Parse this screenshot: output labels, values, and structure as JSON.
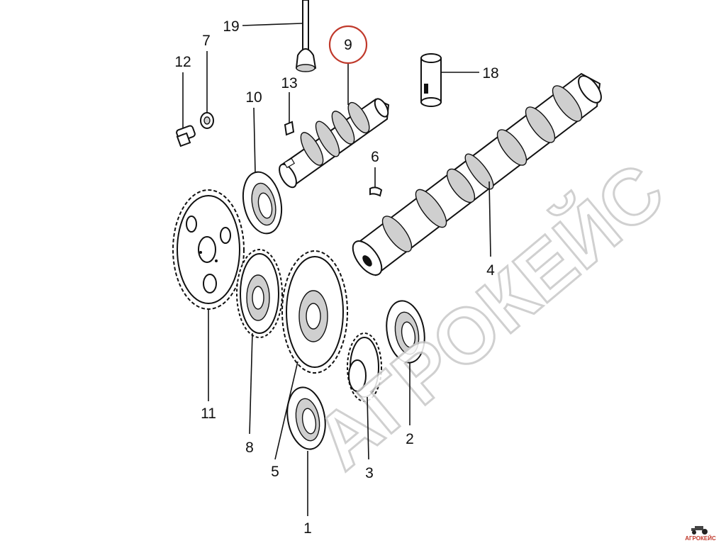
{
  "diagram": {
    "highlight_color": "#c0392b",
    "watermark": "АГРОКЕЙС",
    "parts": [
      {
        "id": "19",
        "label": "19"
      },
      {
        "id": "9",
        "label": "9",
        "highlighted": true
      },
      {
        "id": "18",
        "label": "18"
      },
      {
        "id": "12",
        "label": "12"
      },
      {
        "id": "7",
        "label": "7"
      },
      {
        "id": "13",
        "label": "13"
      },
      {
        "id": "10",
        "label": "10"
      },
      {
        "id": "6",
        "label": "6"
      },
      {
        "id": "4",
        "label": "4"
      },
      {
        "id": "11",
        "label": "11"
      },
      {
        "id": "8",
        "label": "8"
      },
      {
        "id": "5",
        "label": "5"
      },
      {
        "id": "3",
        "label": "3"
      },
      {
        "id": "2",
        "label": "2"
      },
      {
        "id": "1",
        "label": "1"
      }
    ]
  },
  "logo": {
    "text": "АГРОКЕЙС",
    "icon": "tractor-icon"
  }
}
